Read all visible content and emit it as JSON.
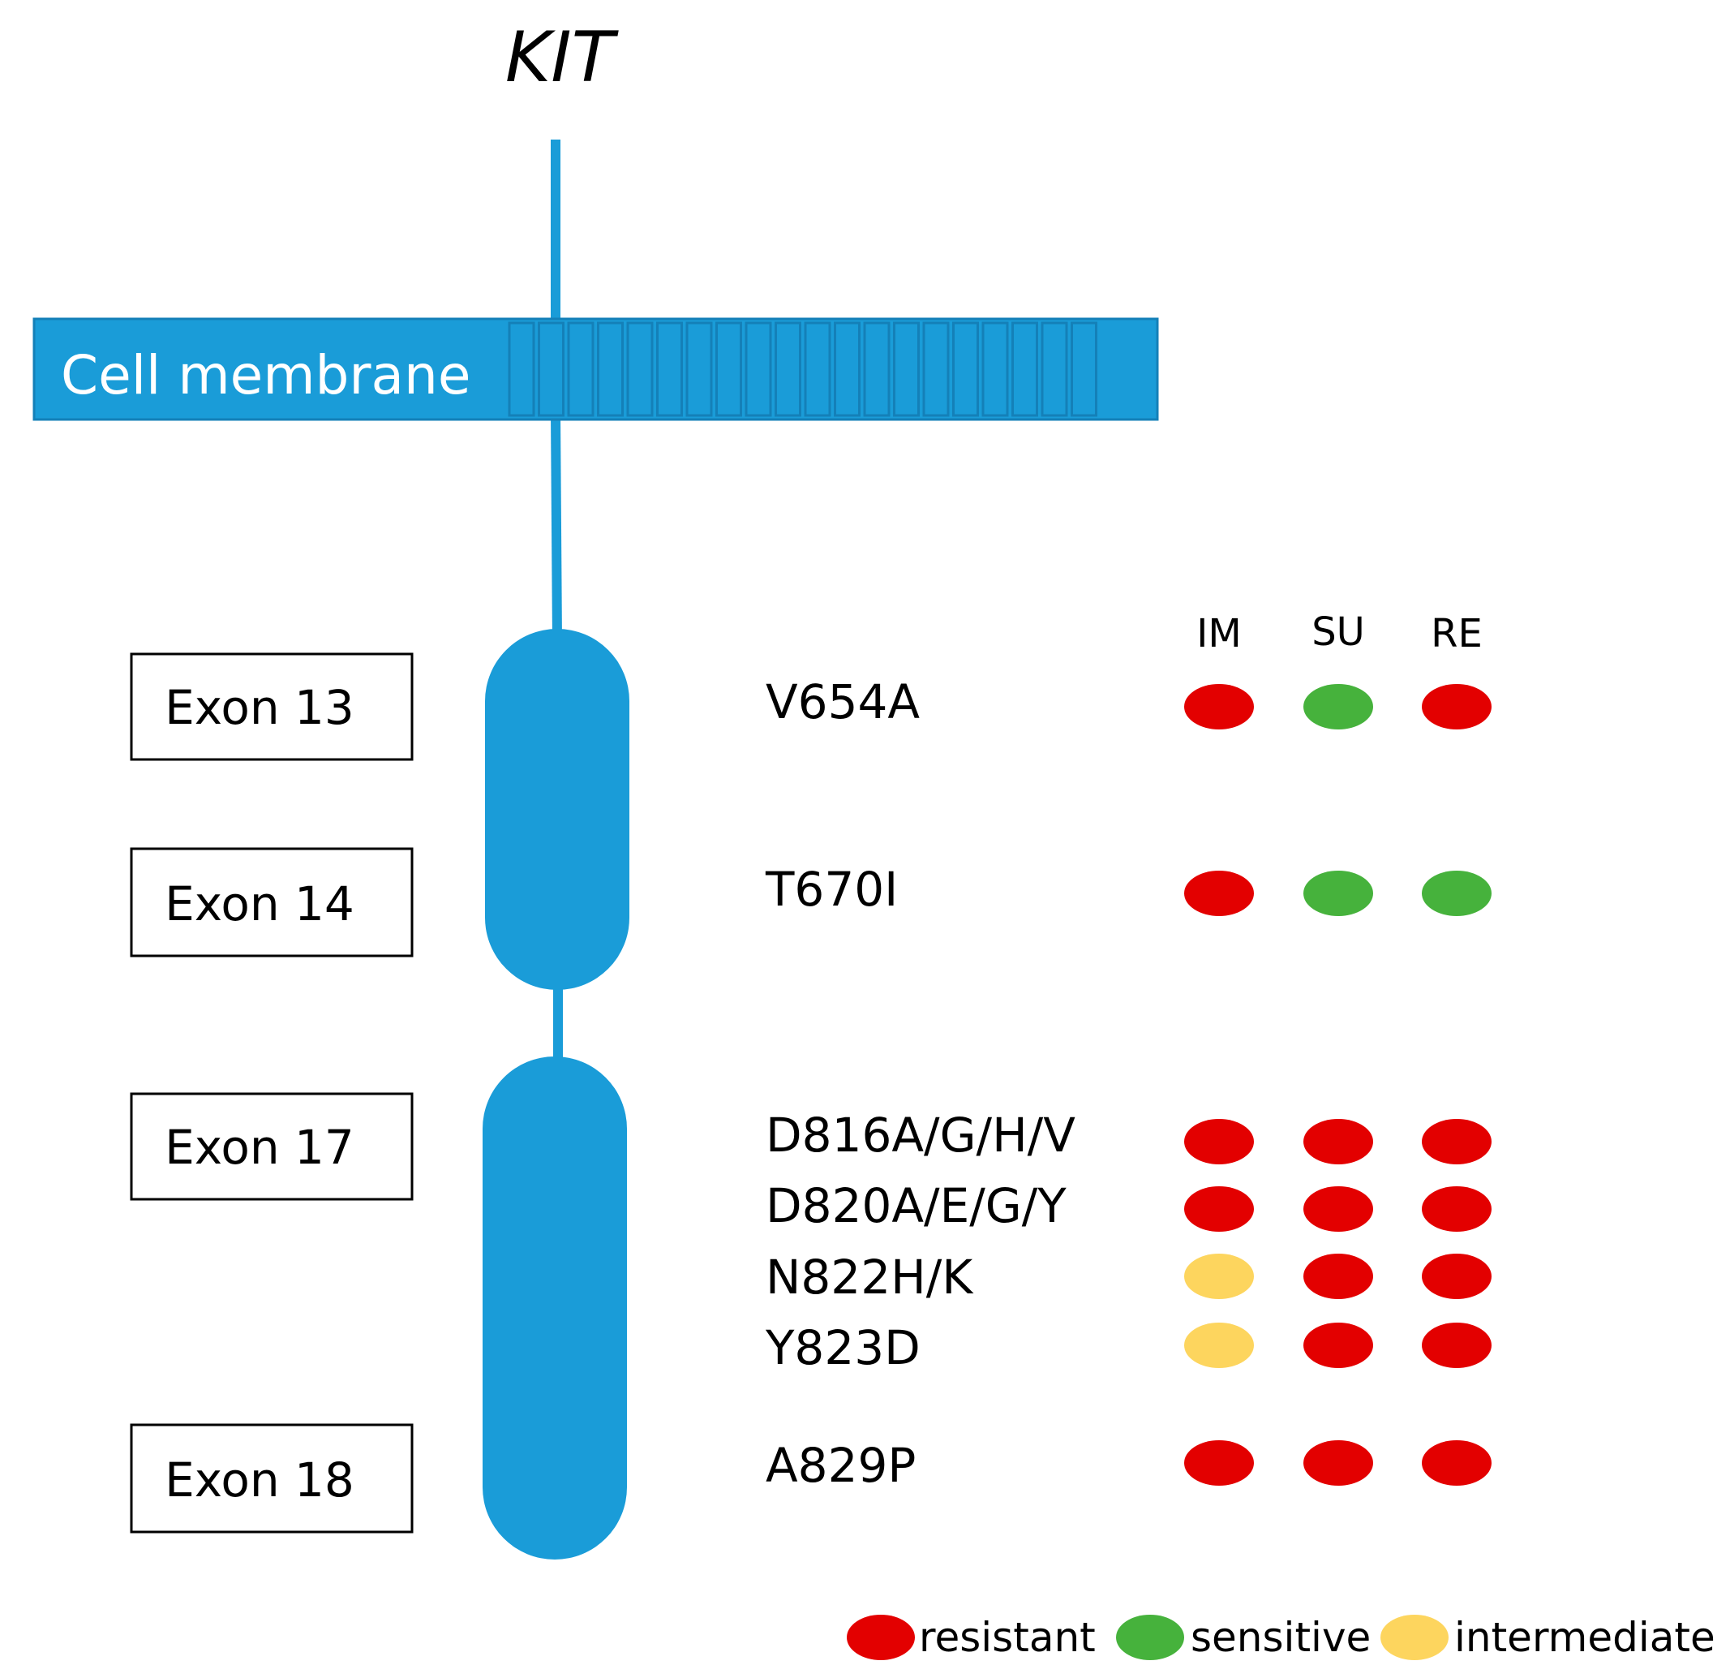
{
  "title": "KIT",
  "membrane_label": "Cell membrane",
  "exons": [
    "Exon 13",
    "Exon 14",
    "Exon 17",
    "Exon 18"
  ],
  "drug_columns": [
    "IM",
    "SU",
    "RE"
  ],
  "mutations": [
    {
      "name": "V654A",
      "response": [
        "resistant",
        "sensitive",
        "resistant"
      ]
    },
    {
      "name": "T670I",
      "response": [
        "resistant",
        "sensitive",
        "sensitive"
      ]
    },
    {
      "name": "D816A/G/H/V",
      "response": [
        "resistant",
        "resistant",
        "resistant"
      ]
    },
    {
      "name": "D820A/E/G/Y",
      "response": [
        "resistant",
        "resistant",
        "resistant"
      ]
    },
    {
      "name": "N822H/K",
      "response": [
        "intermediate",
        "resistant",
        "resistant"
      ]
    },
    {
      "name": "Y823D",
      "response": [
        "intermediate",
        "resistant",
        "resistant"
      ]
    },
    {
      "name": "A829P",
      "response": [
        "resistant",
        "resistant",
        "resistant"
      ]
    }
  ],
  "legend": [
    {
      "key": "resistant",
      "label": "resistant"
    },
    {
      "key": "sensitive",
      "label": "sensitive"
    },
    {
      "key": "intermediate",
      "label": "intermediate"
    }
  ],
  "colors": {
    "protein": "#1a9cd8",
    "membrane": "#1a9cd8",
    "membrane_stripe": "#1480b8",
    "resistant": "#e30000",
    "sensitive": "#46b23c",
    "intermediate": "#fdd55e"
  }
}
